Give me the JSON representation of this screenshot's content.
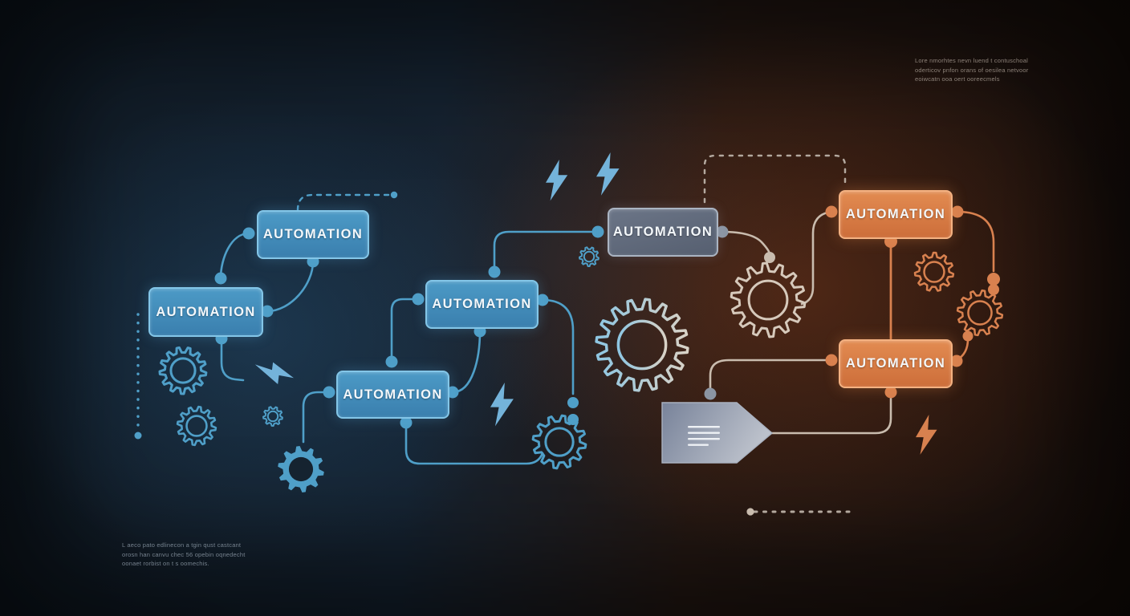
{
  "diagram": {
    "title": "automation-flowchart-illustration",
    "nodes": [
      {
        "id": "node-top-left",
        "label": "AUTOMATION",
        "variant": "blue"
      },
      {
        "id": "node-left",
        "label": "AUTOMATION",
        "variant": "blue"
      },
      {
        "id": "node-mid-top",
        "label": "AUTOMATION",
        "variant": "blue"
      },
      {
        "id": "node-mid",
        "label": "AUTOMATION",
        "variant": "blue"
      },
      {
        "id": "node-center-gray",
        "label": "AUTOMATION",
        "variant": "gray"
      },
      {
        "id": "node-right-top",
        "label": "AUTOMATION",
        "variant": "orange"
      },
      {
        "id": "node-right-bottom",
        "label": "AUTOMATION",
        "variant": "orange"
      }
    ],
    "icons": [
      "gear-icon",
      "lightning-bolt-icon",
      "document-tag-icon",
      "connection-dot",
      "dashed-connector"
    ]
  },
  "annotations": {
    "top_right": {
      "lines": [
        "Lore nmorhtes nevn luend t contuschoal",
        "oderticov pnfon orans of oesilea netvoor",
        "eoiwcatn ooa oert ooreecmels"
      ]
    },
    "bottom_left": {
      "lines": [
        "L aeco pato edlinecon a tgin qust castcant",
        "orosn han canvu chec 56 opebin oqnedecht",
        "oonaet rorbist on t s oomechis."
      ]
    }
  },
  "colors": {
    "connector_blue": "#4f9fc8",
    "connector_warm": "#c9bcae",
    "connector_dash": "#b3a89e",
    "connector_orange": "#d8814f",
    "dot_gray": "#8b95a3",
    "bolt_blue": "#74b3da",
    "gear_steel": "#c6d3dd",
    "gear_warm": "#d6c9bb",
    "node_blue": "#4190bd",
    "node_orange": "#d97c46",
    "node_gray": "#5e6878",
    "background_left": "#15222e",
    "background_right": "#21140e"
  }
}
